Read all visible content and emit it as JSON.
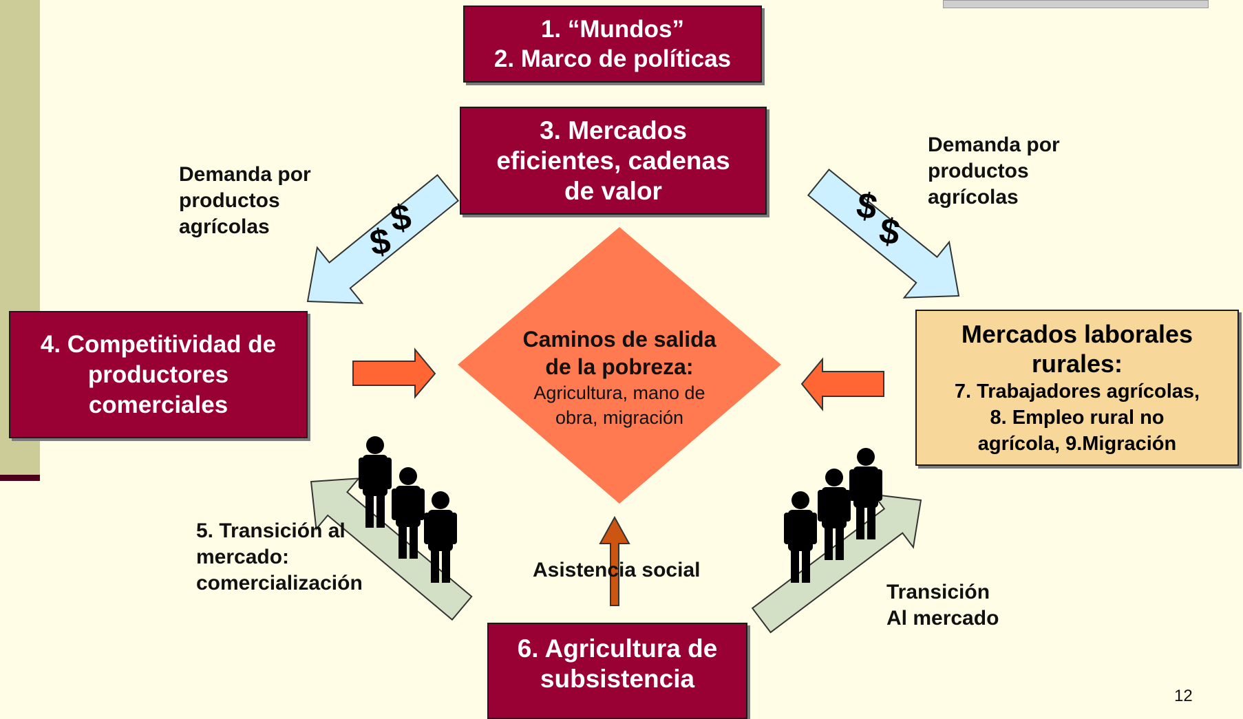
{
  "colors": {
    "background": "#FFFDE6",
    "sidebar": "#CCCC99",
    "sidebar_line": "#4D0019",
    "box_dark": "#990033",
    "box_light": "#F7D89A",
    "diamond": "#FF7A50",
    "arrow_blue": "#CCF0FF",
    "arrow_green": "#D3E0C6",
    "arrow_orange": "#FF6633",
    "arrow_brown": "#CC5511"
  },
  "top_box": {
    "line1": "1. “Mundos”",
    "line2": "2. Marco de políticas"
  },
  "markets_box": {
    "line1": "3. Mercados",
    "line2": "eficientes, cadenas",
    "line3": "de valor"
  },
  "competitiveness_box": {
    "line1": "4. Competitividad de",
    "line2": "productores",
    "line3": "comerciales"
  },
  "labor_box": {
    "line1": "Mercados laborales",
    "line2": "rurales:",
    "line3": "7.  Trabajadores agrícolas,",
    "line4": "8. Empleo rural no",
    "line5": "agrícola, 9.Migración"
  },
  "subsistence_box": {
    "line1": "6. Agricultura de",
    "line2": "subsistencia"
  },
  "center": {
    "title1": "Caminos de salida",
    "title2": "de la pobreza:",
    "sub1": "Agricultura, mano de",
    "sub2": "obra, migración"
  },
  "left_demand": {
    "line1": "Demanda por",
    "line2": "productos",
    "line3": "agrícolas"
  },
  "right_demand": {
    "line1": "Demanda por",
    "line2": "productos",
    "line3": "agrícolas"
  },
  "dollar": "$",
  "transition_left": {
    "line1": "5. Transición al",
    "line2": "mercado:",
    "line3": "comercialización"
  },
  "transition_right": {
    "line1": "Transición",
    "line2": "Al mercado"
  },
  "social": "Asistencia social",
  "page_number": "12"
}
